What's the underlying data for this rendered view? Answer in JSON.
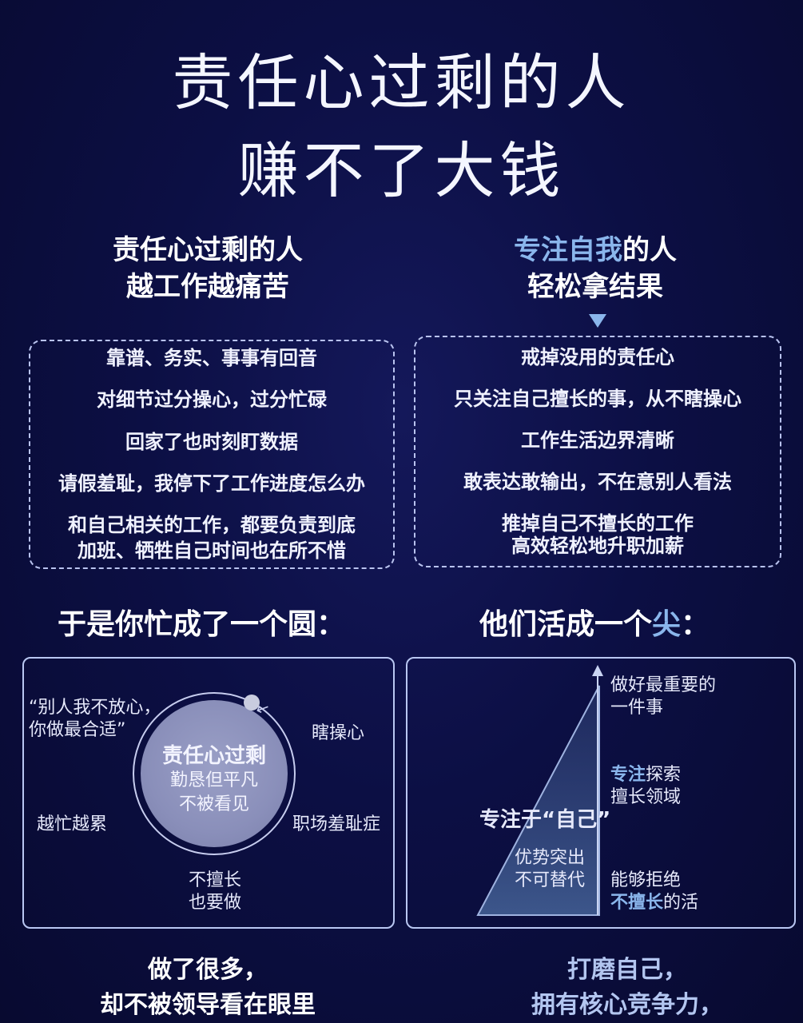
{
  "title": {
    "line1": "责任心过剩的人",
    "line2": "赚不了大钱"
  },
  "left_column": {
    "heading_line1": "责任心过剩的人",
    "heading_line2": "越工作越痛苦",
    "traits": [
      "靠谱、务实、事事有回音",
      "对细节过分操心，过分忙碌",
      "回家了也时刻盯数据",
      "请假羞耻，我停下了工作进度怎么办",
      "和自己相关的工作，都要负责到底",
      "加班、牺牲自己时间也在所不惜"
    ],
    "section_title": "于是你忙成了一个圆：",
    "diagram": {
      "center_title": "责任心过剩",
      "center_line2": "勤恳但平凡",
      "center_line3": "不被看见",
      "quote_line1": "“别人我不放心，",
      "quote_line2": "你做最合适”",
      "label_right_top": "瞎操心",
      "label_left": "越忙越累",
      "label_right": "职场羞耻症",
      "label_bottom_line1": "不擅长",
      "label_bottom_line2": "也要做"
    },
    "conclusion_line1": "做了很多，",
    "conclusion_line2": "却不被领导看在眼里"
  },
  "right_column": {
    "heading_highlight": "专注自我",
    "heading_rest": "的人",
    "heading_line2": "轻松拿结果",
    "traits": [
      "戒掉没用的责任心",
      "只关注自己擅长的事，从不瞎操心",
      "工作生活边界清晰",
      "敢表达敢输出，不在意别人看法",
      "推掉自己不擅长的工作",
      "高效轻松地升职加薪"
    ],
    "section_title_main": "他们活成一个",
    "section_title_highlight": "尖",
    "section_title_colon": "：",
    "diagram": {
      "focus_label": "专注于“自己”",
      "inside_line1": "优势突出",
      "inside_line2": "不可替代",
      "label_top_line1": "做好最重要的",
      "label_top_line2": "一件事",
      "label_mid_highlight": "专注",
      "label_mid_rest": "探索",
      "label_mid_line2": "擅长领域",
      "label_bottom_line1": "能够拒绝",
      "label_bottom_highlight": "不擅长",
      "label_bottom_rest": "的活"
    },
    "conclusion_line1": "打磨自己，",
    "conclusion_line2": "拥有核心竞争力，"
  },
  "colors": {
    "background": "#0b0e3a",
    "accent": "#8ab6ec",
    "text": "#ffffff",
    "circle_fill": "#8a8fba",
    "triangle_fill": "#3a5080"
  }
}
